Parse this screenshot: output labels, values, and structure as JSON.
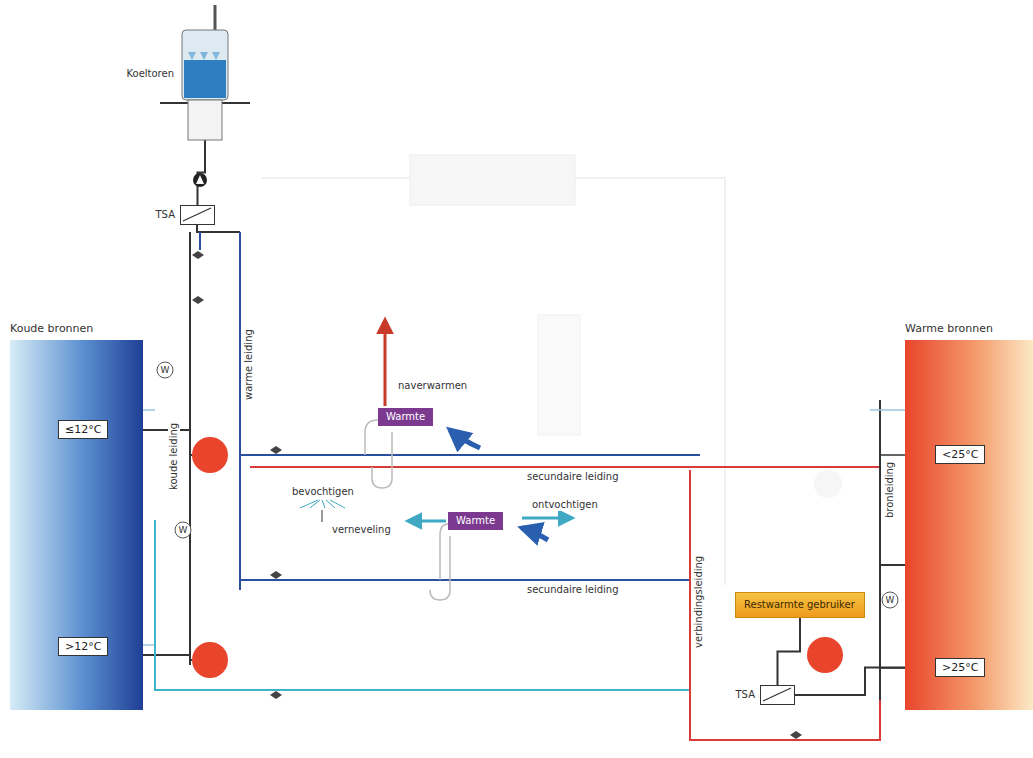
{
  "diagram": {
    "nodes": [
      {
        "text": [
          "Koude bronnen"
        ]
      },
      {
        "text": [
          "≤12°C"
        ],
        "in": 0
      },
      {
        "text": [
          ">12°C"
        ],
        "in": 0
      },
      {
        "text": [
          "Warme bronnen"
        ]
      },
      {
        "text": [
          "<25°C"
        ],
        "in": 3
      },
      {
        "text": [
          ">25°C"
        ],
        "in": 3
      },
      {
        "text": [
          "Koeltoren"
        ]
      },
      {
        "text": [
          "TSA"
        ]
      },
      {
        "text": [
          "Warmte"
        ]
      },
      {
        "text": [
          "Warmte"
        ]
      },
      {
        "text": [
          "Restwarmte gebruiker"
        ]
      },
      {
        "text": [
          "TSA"
        ]
      }
    ],
    "edges": [
      {
        "from": 7,
        "to": 6,
        "arrow": "none"
      },
      {
        "from": 11,
        "to": 10,
        "arrow": "none"
      },
      {
        "from": 5,
        "to": 11,
        "arrow": "none"
      }
    ],
    "labels": [
      "naverwarmen",
      "bevochtigen",
      "verneveling",
      "ontvochtigen",
      "secundaire leiding",
      "secundaire leiding",
      "koude leiding",
      "warme leiding",
      "verbindingsleiding",
      "bronleiding",
      "W",
      "W",
      "W"
    ]
  }
}
